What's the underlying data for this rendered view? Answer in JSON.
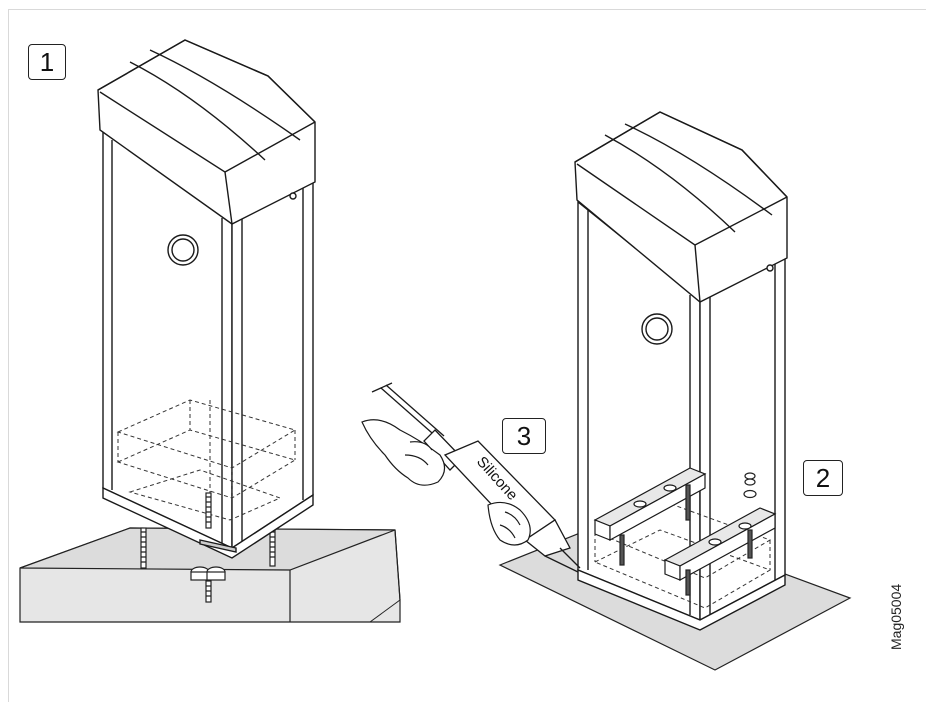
{
  "steps": {
    "step1": "1",
    "step2": "2",
    "step3": "3"
  },
  "cartridge_label": "Silicone",
  "document_code": "Mag05004",
  "colors": {
    "outline": "#1a1a1a",
    "ground": "#dcdcdc",
    "ground_side": "#e8e8e8",
    "frame": "#d9d9d9"
  }
}
